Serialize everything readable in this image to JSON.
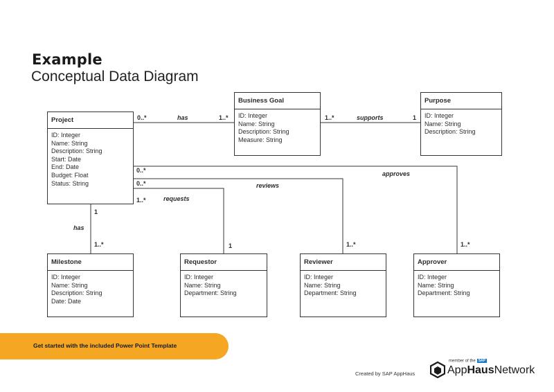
{
  "header": {
    "title": "Example",
    "subtitle": "Conceptual Data Diagram"
  },
  "entities": {
    "project": {
      "name": "Project",
      "attributes": [
        "ID: Integer",
        "Name: String",
        "Description: String",
        "Start: Date",
        "End: Date",
        "Budget: Float",
        "Status: String"
      ]
    },
    "business_goal": {
      "name": "Business Goal",
      "attributes": [
        "ID: Integer",
        "Name: String",
        "Description: String",
        "Measure: String"
      ]
    },
    "purpose": {
      "name": "Purpose",
      "attributes": [
        "ID: Integer",
        "Name: String",
        "Description: String"
      ]
    },
    "milestone": {
      "name": "Milestone",
      "attributes": [
        "ID: Integer",
        "Name: String",
        "Description: String",
        "Date: Date"
      ]
    },
    "requestor": {
      "name": "Requestor",
      "attributes": [
        "ID: Integer",
        "Name: String",
        "Department: String"
      ]
    },
    "reviewer": {
      "name": "Reviewer",
      "attributes": [
        "ID: Integer",
        "Name: String",
        "Department: String"
      ]
    },
    "approver": {
      "name": "Approver",
      "attributes": [
        "ID: Integer",
        "Name: String",
        "Department: String"
      ]
    }
  },
  "relationships": {
    "project_goal": {
      "label": "has",
      "from_mult": "0..*",
      "to_mult": "1..*"
    },
    "goal_purpose": {
      "label": "supports",
      "from_mult": "1..*",
      "to_mult": "1"
    },
    "project_approver": {
      "label": "approves",
      "from_mult": "0..*",
      "to_mult": "1..*"
    },
    "project_reviewer": {
      "label": "reviews",
      "from_mult": "0..*",
      "to_mult": "1..*"
    },
    "project_requestor": {
      "label": "requests",
      "from_mult": "1..*",
      "to_mult": "1"
    },
    "project_milestone": {
      "label": "has",
      "from_mult": "1",
      "to_mult": "1..*"
    }
  },
  "footer": {
    "banner_text": "Get started with the included Power Point Template",
    "created_by": "Created by SAP AppHaus",
    "logo_member": "member of the",
    "logo_sap": "SAP",
    "logo_app": "App",
    "logo_haus": "Haus",
    "logo_network": "Network"
  },
  "colors": {
    "accent": "#f5a623",
    "line": "#333333",
    "sap_blue": "#1b76c9"
  }
}
